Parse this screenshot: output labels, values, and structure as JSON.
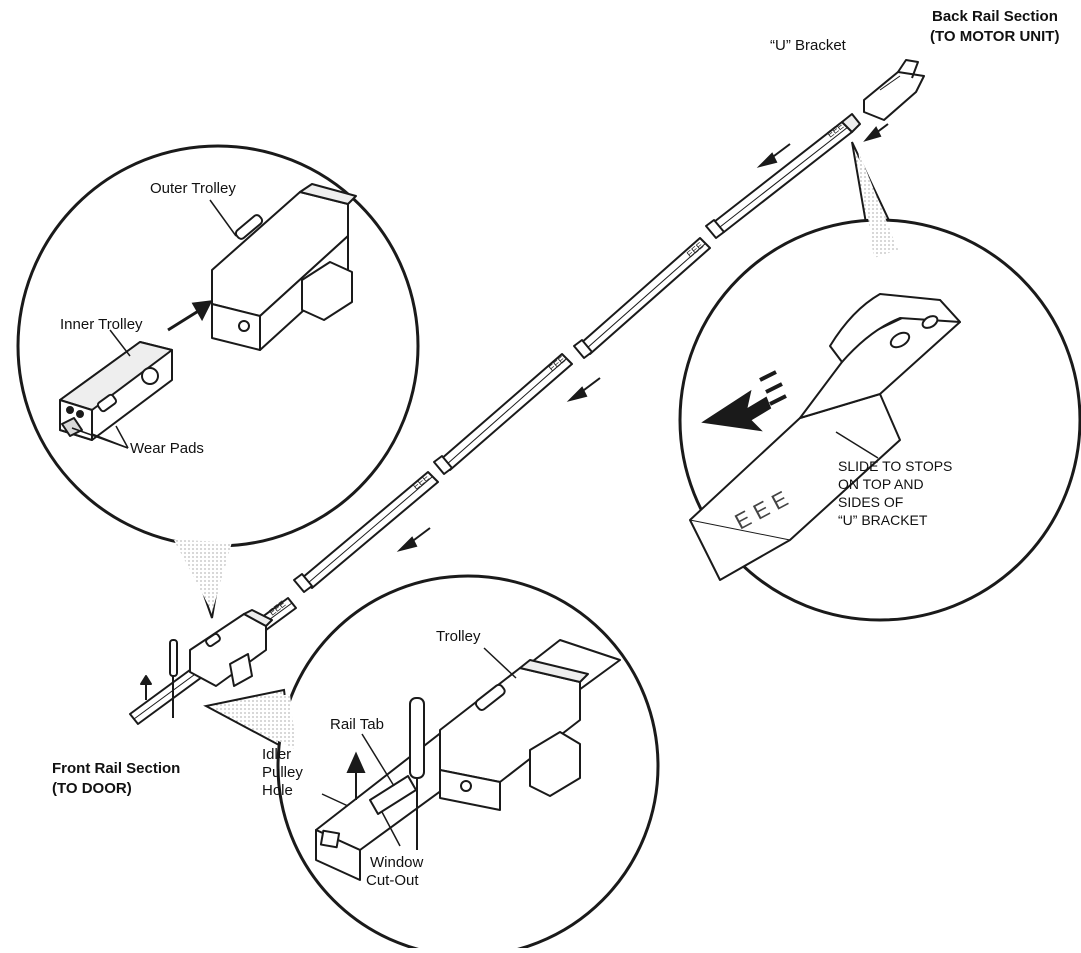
{
  "diagram": {
    "labels": {
      "back_rail_title": "Back Rail Section",
      "back_rail_sub": "(TO MOTOR UNIT)",
      "u_bracket": "“U” Bracket",
      "outer_trolley": "Outer Trolley",
      "inner_trolley": "Inner Trolley",
      "wear_pads": "Wear Pads",
      "slide_line1": "SLIDE TO STOPS",
      "slide_line2": "ON TOP AND",
      "slide_line3": "SIDES OF",
      "slide_line4": "“U” BRACKET",
      "front_rail_title": "Front Rail Section",
      "front_rail_sub": "(TO DOOR)",
      "trolley": "Trolley",
      "rail_tab": "Rail Tab",
      "idler_line1": "Idler",
      "idler_line2": "Pulley",
      "idler_line3": "Hole",
      "window_line1": "Window",
      "window_line2": "Cut-Out"
    },
    "colors": {
      "line": "#1a1a1a",
      "fill": "#ffffff",
      "shade": "#d9d9d9"
    }
  }
}
